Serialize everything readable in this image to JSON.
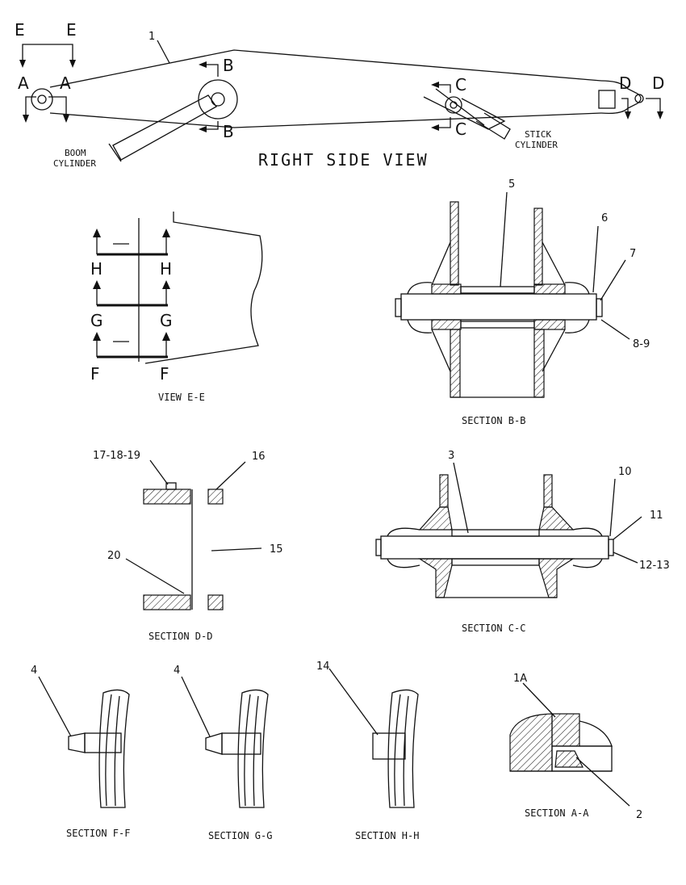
{
  "main_view": {
    "title": "RIGHT SIDE VIEW",
    "part_label": "1",
    "boom_cylinder": [
      "BOOM",
      "CYLINDER"
    ],
    "stick_cylinder": [
      "STICK",
      "CYLINDER"
    ],
    "section_letters": {
      "e_left": "E",
      "e_right": "E",
      "a_left": "A",
      "a_right": "A",
      "b_top": "B",
      "b_bottom": "B",
      "c_top": "C",
      "c_bottom": "C",
      "d_left": "D",
      "d_right": "D"
    }
  },
  "view_ee": {
    "caption": "VIEW E-E",
    "h_left": "H",
    "h_right": "H",
    "g_left": "G",
    "g_right": "G",
    "f_left": "F",
    "f_right": "F"
  },
  "section_bb": {
    "caption": "SECTION B-B",
    "labels": {
      "p5": "5",
      "p6": "6",
      "p7": "7",
      "p89": "8-9"
    }
  },
  "section_dd": {
    "caption": "SECTION D-D",
    "labels": {
      "p171819": "17-18-19",
      "p16": "16",
      "p20": "20",
      "p15": "15"
    }
  },
  "section_cc": {
    "caption": "SECTION C-C",
    "labels": {
      "p3": "3",
      "p10": "10",
      "p11": "11",
      "p1213": "12-13"
    }
  },
  "section_ff": {
    "caption": "SECTION F-F",
    "label": "4"
  },
  "section_gg": {
    "caption": "SECTION G-G",
    "label": "4"
  },
  "section_hh": {
    "caption": "SECTION H-H",
    "label": "14"
  },
  "section_aa": {
    "caption": "SECTION A-A",
    "label_top": "1A",
    "label_bottom": "2"
  }
}
